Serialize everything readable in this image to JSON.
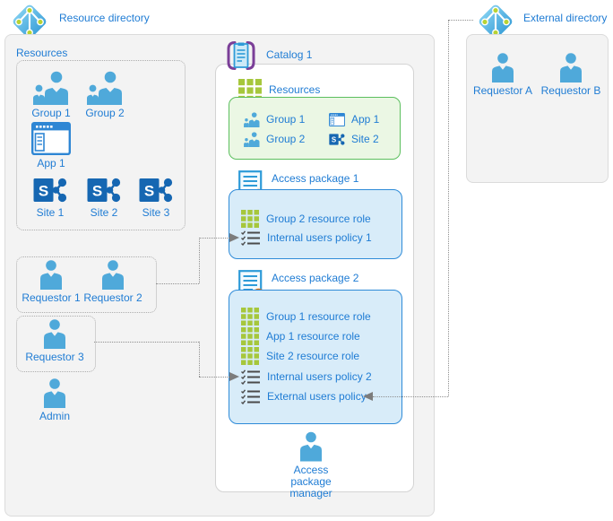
{
  "colors": {
    "label_blue": "#1F7CD4",
    "person_blue": "#4FA9DA",
    "grid_green": "#A6C73C",
    "green_box_border": "#5CBF5E",
    "green_box_fill": "#EBF7E4",
    "blue_box_border": "#2E8BD8",
    "blue_box_fill": "#D8ECF9",
    "panel_fill": "#F3F3F3",
    "catalog_purple": "#7B3F98",
    "seal_orange": "#F6891F",
    "connector_gray": "#8F8F8F",
    "sharepoint_blue": "#1667B2"
  },
  "resource_directory": {
    "title": "Resource directory",
    "resources": {
      "label": "Resources",
      "groups": [
        "Group 1",
        "Group 2"
      ],
      "app": "App 1",
      "sites": [
        "Site 1",
        "Site 2",
        "Site 3"
      ]
    },
    "requestors": [
      "Requestor 1",
      "Requestor 2"
    ],
    "requestor3": "Requestor 3",
    "admin": "Admin"
  },
  "catalog": {
    "title": "Catalog 1",
    "resources": {
      "label": "Resources",
      "items": [
        "Group 1",
        "App 1",
        "Group 2",
        "Site 2"
      ]
    },
    "access_package_1": {
      "title": "Access package 1",
      "rows": [
        "Group 2 resource role",
        "Internal users policy 1"
      ]
    },
    "access_package_2": {
      "title": "Access package 2",
      "rows": [
        "Group 1 resource role",
        "App 1 resource role",
        "Site 2 resource role",
        "Internal users policy 2",
        "External users policy"
      ]
    },
    "manager": {
      "line1": "Access package",
      "line2": "manager"
    }
  },
  "external_directory": {
    "title": "External directory",
    "requestors": [
      "Requestor A",
      "Requestor B"
    ]
  }
}
